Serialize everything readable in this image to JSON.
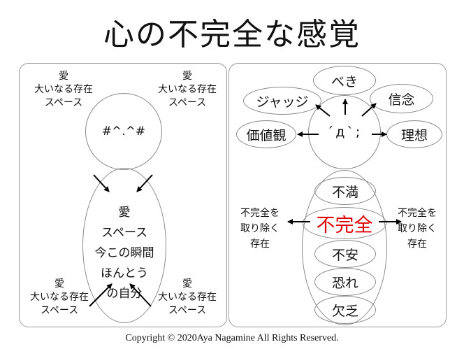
{
  "title": "心の不完全な感覚",
  "left_panel": {
    "corners": {
      "top_left": [
        "愛",
        "大いなる存在",
        "スペース"
      ],
      "top_right": [
        "愛",
        "大いなる存在",
        "スペース"
      ],
      "bottom_left": [
        "愛",
        "大いなる存在",
        "スペース"
      ],
      "bottom_right": [
        "愛",
        "大いなる存在",
        "スペース"
      ]
    },
    "face": "#^.^#",
    "center_lines": [
      "愛",
      "スペース",
      "今この瞬間",
      "ほんとう",
      "の自分"
    ]
  },
  "right_panel": {
    "face": "´д`;",
    "thoughts": {
      "top": "べき",
      "upper_left": "ジャッジ",
      "upper_right": "信念",
      "left": "価値観",
      "right": "理想"
    },
    "feelings": [
      "不満",
      "不完全",
      "不安",
      "恐れ",
      "欠乏"
    ],
    "highlight_color": "#e00000",
    "side_left": [
      "不完全を",
      "取り除く",
      "存在"
    ],
    "side_right": [
      "不完全を",
      "取り除く",
      "存在"
    ]
  },
  "copyright": "Copyright © 2020Aya Nagamine All Rights Reserved."
}
